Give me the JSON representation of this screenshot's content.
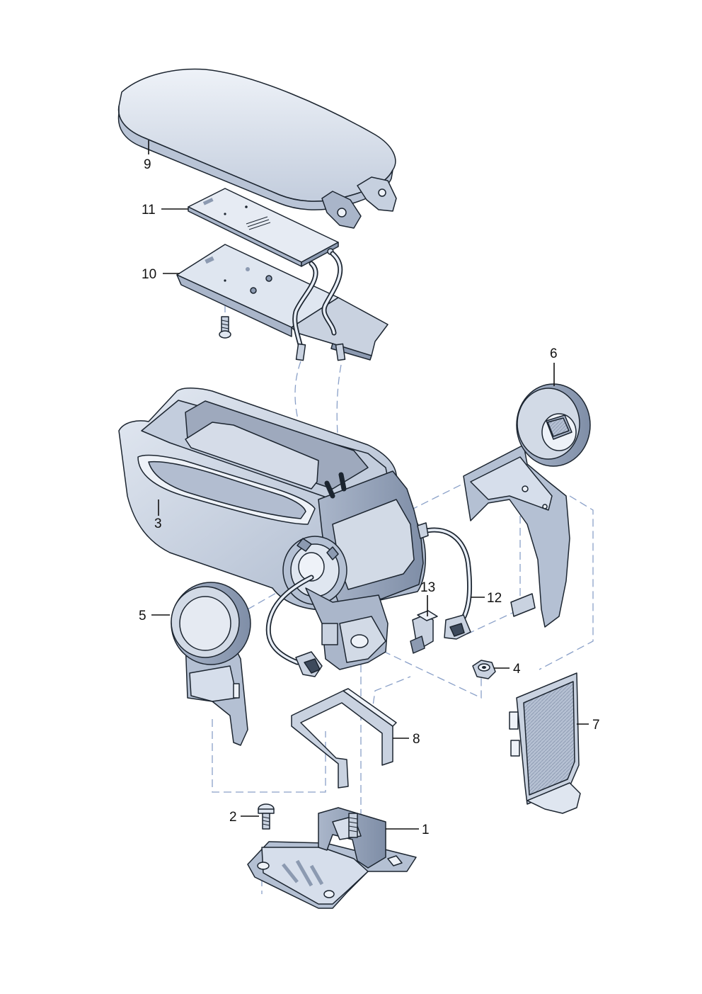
{
  "diagram": {
    "type": "exploded parts diagram",
    "colors": {
      "part_fill": "#d6deeb",
      "part_shade": "#b4c0d3",
      "part_dark": "#8c9ab1",
      "part_light": "#eef2f8",
      "outline": "#1c2530",
      "dash_line": "#8aa0c8"
    },
    "callouts": [
      {
        "id": "1",
        "label": "1"
      },
      {
        "id": "2",
        "label": "2"
      },
      {
        "id": "3",
        "label": "3"
      },
      {
        "id": "4",
        "label": "4"
      },
      {
        "id": "5",
        "label": "5"
      },
      {
        "id": "6",
        "label": "6"
      },
      {
        "id": "7",
        "label": "7"
      },
      {
        "id": "8",
        "label": "8"
      },
      {
        "id": "9",
        "label": "9"
      },
      {
        "id": "10",
        "label": "10"
      },
      {
        "id": "11",
        "label": "11"
      },
      {
        "id": "12",
        "label": "12"
      },
      {
        "id": "13",
        "label": "13"
      }
    ]
  }
}
